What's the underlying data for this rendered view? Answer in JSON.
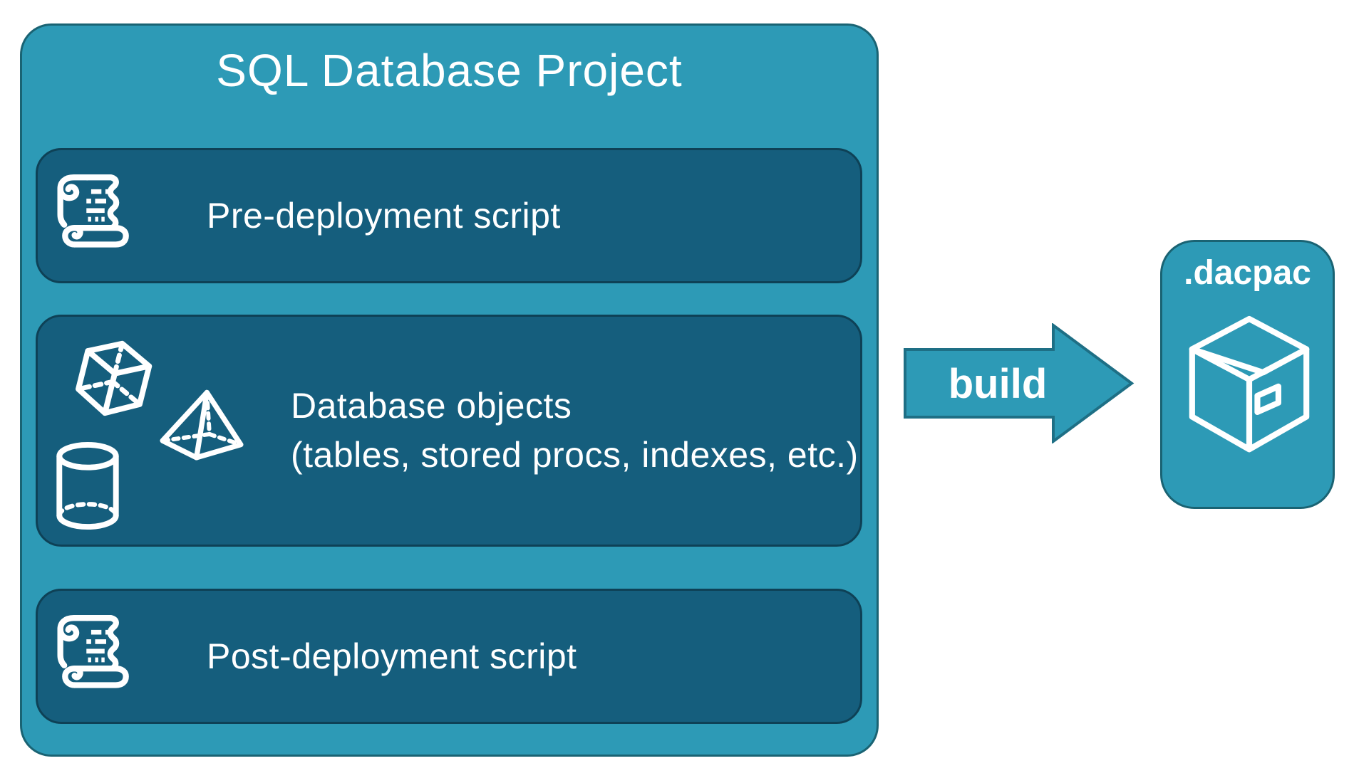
{
  "diagram": {
    "title": "SQL Database Project",
    "boxes": [
      {
        "label": "Pre-deployment script",
        "icon": "scroll-icon"
      },
      {
        "label_line1": "Database objects",
        "label_line2": "(tables, stored procs, indexes, etc.)",
        "icons": [
          "cube-icon",
          "pyramid-icon",
          "cylinder-icon"
        ]
      },
      {
        "label": "Post-deployment script",
        "icon": "scroll-icon"
      }
    ],
    "arrow": {
      "label": "build",
      "direction": "right"
    },
    "output": {
      "label": ".dacpac",
      "icon": "package-icon"
    }
  },
  "colors": {
    "canvas_bg": "#ffffff",
    "container_fill": "#2d9ab6",
    "container_border": "#1a6373",
    "inner_fill": "#155e7d",
    "inner_border": "#0e4156",
    "arrow_fill": "#2d9ab6",
    "arrow_border": "#1e6f85",
    "text": "#ffffff"
  }
}
